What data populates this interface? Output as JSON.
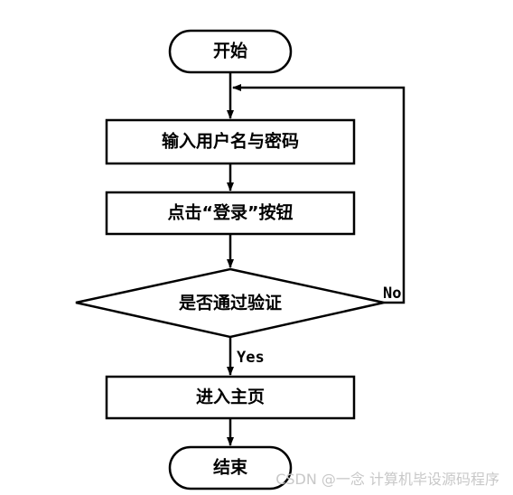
{
  "diagram": {
    "nodes": {
      "start": "开始",
      "input": "输入用户名与密码",
      "click": "点击“登录”按钮",
      "decision": "是否通过验证",
      "enter": "进入主页",
      "end": "结束"
    },
    "edges": {
      "yes": "Yes",
      "no": "No"
    }
  },
  "watermark": "CSDN @一念 计算机毕设源码程序",
  "colors": {
    "stroke": "#000000",
    "background": "#ffffff",
    "watermark": "#c8c8c8"
  }
}
